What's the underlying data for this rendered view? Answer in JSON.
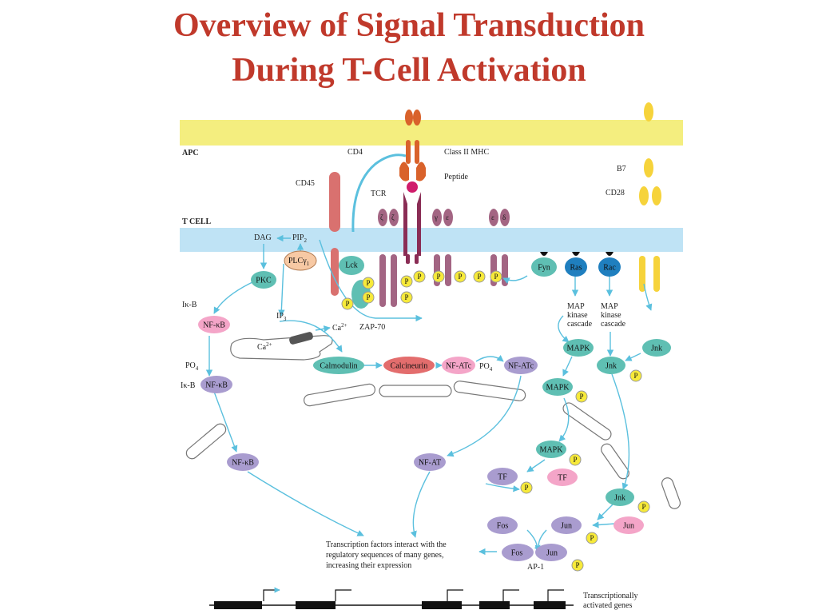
{
  "title_line1": "Overview of Signal Transduction",
  "title_line2": "During T-Cell Activation",
  "colors": {
    "title": "#c0392b",
    "apc_membrane": "#f4ee7f",
    "tcell_membrane": "#bfe3f5",
    "arrow": "#5bc0de",
    "phosphate": "#f7ea3a",
    "teal_protein": "#5fbfb3",
    "purple_protein": "#a99ccf",
    "pink_protein": "#f4a5c8",
    "red_protein": "#e36d6d",
    "blue_protein": "#1f7fbf",
    "mhc": "#d9622b",
    "tcr": "#8a2d55",
    "cd45": "#d9716f",
    "b7_cd28": "#f6d33b"
  },
  "labels": {
    "apc": "APC",
    "tcell": "T CELL",
    "cd4": "CD4",
    "class_ii_mhc": "Class II MHC",
    "peptide": "Peptide",
    "tcr": "TCR",
    "cd45": "CD45",
    "b7": "B7",
    "cd28": "CD28",
    "zeta1": "ζ",
    "zeta2": "ζ",
    "gamma": "γ",
    "epsilon1": "ε",
    "epsilon2": "ε",
    "delta": "δ",
    "dag": "DAG",
    "pip2": "PIP",
    "pip2_sub": "2",
    "plc": "PLCγ",
    "plc_sub": "1",
    "ip3": "IP",
    "ip3_sub": "3",
    "ca_er": "Ca",
    "ca_er_sup": "2+",
    "ca_cyto": "Ca",
    "ca_cyto_sup": "2+",
    "ikb_top": "Iκ-B",
    "po4_left": "PO",
    "po4_left_sub": "4",
    "ikb_bottom": "Iκ-B",
    "po4_nfat": "PO",
    "po4_nfat_sub": "4",
    "zap70": "ZAP-70",
    "map_cascade_1": "MAP\nkinase\ncascade",
    "map_cascade_2": "MAP\nkinase\ncascade",
    "note_line1": "Transcription factors interact with the",
    "note_line2": "regulatory sequences of many genes,",
    "note_line3": "increasing their expression",
    "ap1": "AP-1",
    "activated_genes_line1": "Transcriptionally",
    "activated_genes_line2": "activated genes"
  },
  "proteins": {
    "lck": "Lck",
    "fyn": "Fyn",
    "ras": "Ras",
    "rac": "Rac",
    "pkc": "PKC",
    "nfkb_1": "NF-κB",
    "nfkb_2": "NF-κB",
    "nfkb_3": "NF-κB",
    "calmodulin": "Calmodulin",
    "calcineurin": "Calcineurin",
    "nfatc_1": "NF-ATc",
    "nfatc_2": "NF-ATc",
    "nfat": "NF-AT",
    "mapk_1": "MAPK",
    "mapk_2": "MAPK",
    "mapk_3": "MAPK",
    "jnk_1": "Jnk",
    "jnk_2": "Jnk",
    "jnk_3": "Jnk",
    "tf_1": "TF",
    "tf_2": "TF",
    "fos_1": "Fos",
    "jun_1": "Jun",
    "jun_2": "Jun",
    "fos_2": "Fos",
    "jun_3": "Jun",
    "phosphate": "P"
  }
}
